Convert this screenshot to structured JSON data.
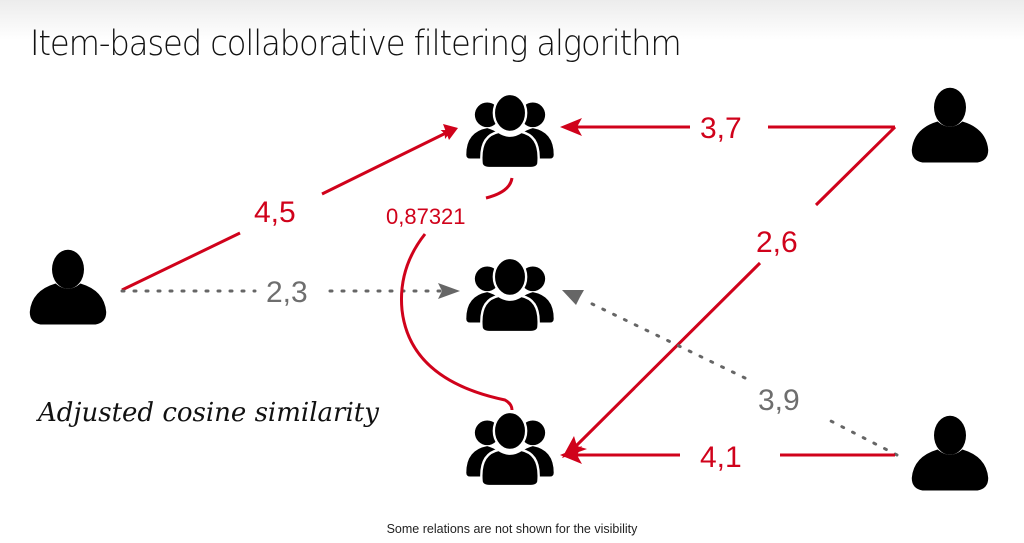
{
  "title": "Item-based collaborative filtering algorithm",
  "subtitle": "Adjusted cosine similarity",
  "footnote": "Some relations are not shown for the visibility",
  "colors": {
    "known_rating": "#d0021b",
    "predicted_rating": "#6e6e6e",
    "icon": "#000000"
  },
  "nodes": {
    "users": [
      {
        "id": "user-left",
        "icon": "person-icon"
      },
      {
        "id": "user-top-right",
        "icon": "person-icon"
      },
      {
        "id": "user-bottom-right",
        "icon": "person-icon"
      }
    ],
    "items": [
      {
        "id": "item-top",
        "icon": "group-icon"
      },
      {
        "id": "item-middle",
        "icon": "group-icon"
      },
      {
        "id": "item-bottom",
        "icon": "group-icon"
      }
    ]
  },
  "edges": [
    {
      "from": "user-left",
      "to": "item-top",
      "label": "4,5",
      "style": "solid-red"
    },
    {
      "from": "user-left",
      "to": "item-middle",
      "label": "2,3",
      "style": "dotted-grey"
    },
    {
      "from": "user-top-right",
      "to": "item-top",
      "label": "3,7",
      "style": "solid-red"
    },
    {
      "from": "user-top-right",
      "to": "item-bottom",
      "label": "2,6",
      "style": "solid-red"
    },
    {
      "from": "user-bottom-right",
      "to": "item-middle",
      "label": "3,9",
      "style": "dotted-grey"
    },
    {
      "from": "user-bottom-right",
      "to": "item-bottom",
      "label": "4,1",
      "style": "solid-red"
    }
  ],
  "similarity": {
    "between": [
      "item-top",
      "item-bottom"
    ],
    "label": "0,87321"
  }
}
